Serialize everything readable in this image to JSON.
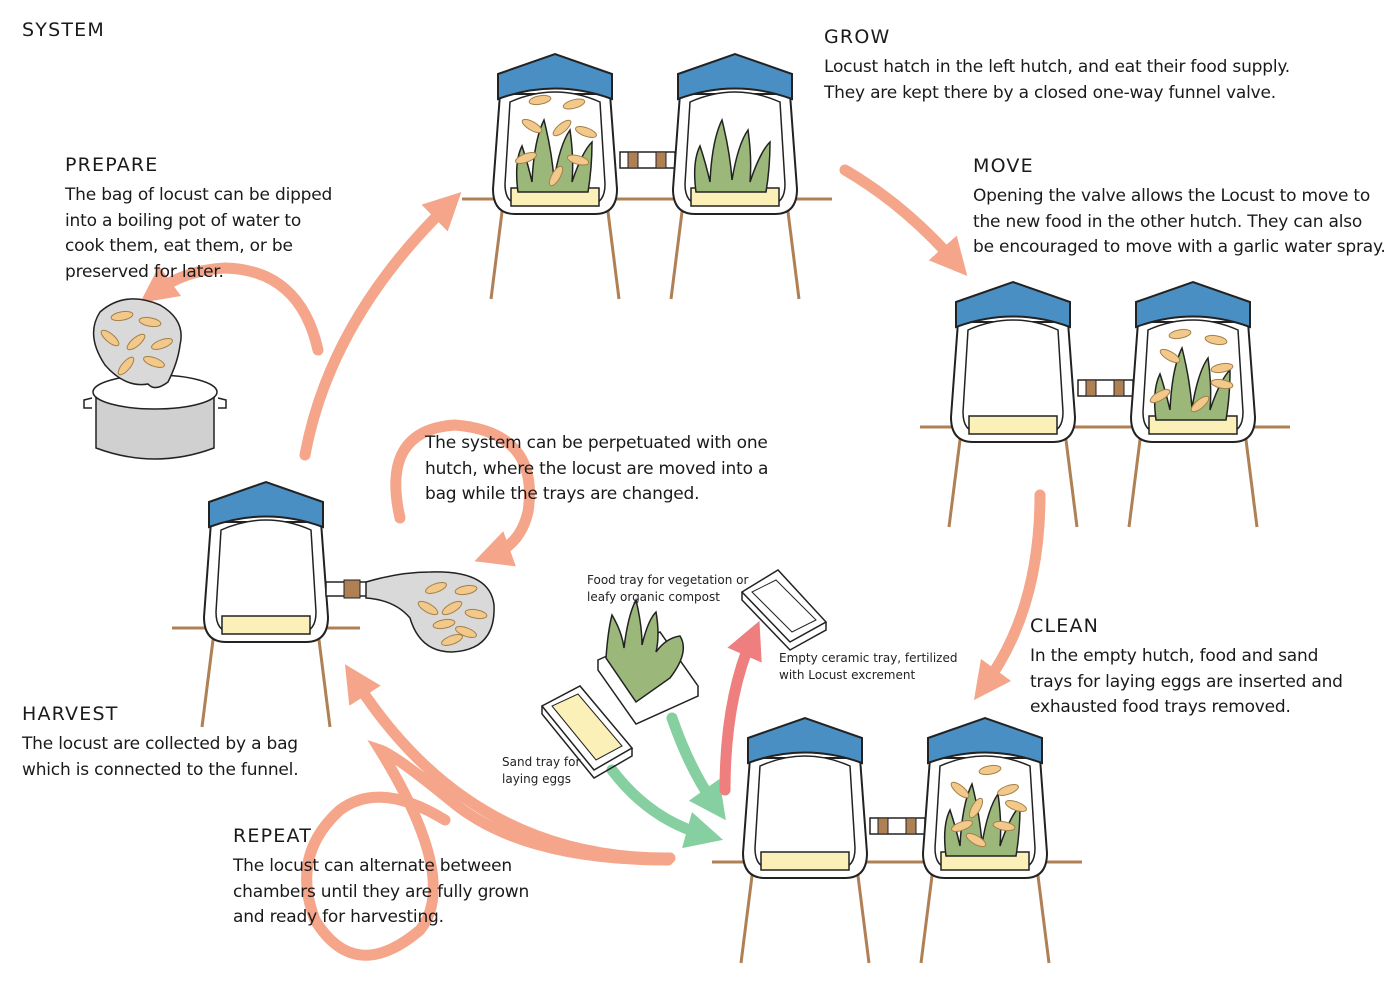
{
  "title": "SYSTEM",
  "sections": {
    "grow": {
      "heading": "GROW",
      "text": "Locust hatch in the left hutch, and eat their food supply.\nThey are kept there by a closed one-way funnel valve."
    },
    "move": {
      "heading": "MOVE",
      "text": "Opening the valve allows the Locust to move to\nthe new food in the other hutch.  They can also\nbe encouraged to move with a garlic water spray."
    },
    "clean": {
      "heading": "CLEAN",
      "text": "In the empty hutch, food and sand\ntrays for laying eggs are inserted and\nexhausted food trays removed."
    },
    "prepare": {
      "heading": "PREPARE",
      "text": "The bag of locust can be dipped\ninto a boiling pot of water to\ncook them, eat them, or be\npreserved for later."
    },
    "harvest": {
      "heading": "HARVEST",
      "text": "The locust are collected by a bag\nwhich is connected to the funnel."
    },
    "repeat": {
      "heading": "REPEAT",
      "text": "The locust can alternate between\nchambers until they are fully grown\nand ready for harvesting."
    },
    "perpetuate": {
      "text": "The system can be perpetuated with one\nhutch, where the locust are moved into a\nbag while the trays are changed."
    }
  },
  "tray_labels": {
    "food": "Food tray for vegetation or\nleafy organic compost",
    "empty": "Empty ceramic tray, fertilized\nwith Locust excrement",
    "sand": "Sand tray for\nlaying eggs"
  },
  "colors": {
    "roof": "#4a8fc4",
    "plant": "#9bb87a",
    "locust": "#f2c98a",
    "sand": "#fbf0b8",
    "leg": "#b08055",
    "cycle_arrow": "#f4a58a",
    "tray_in_arrow": "#86cfa0",
    "tray_out_arrow": "#ef7f7f",
    "bag": "#d9d9d9",
    "pot": "#d0d0d0"
  },
  "icons": [
    "hutch-illustration",
    "locust-bag-icon",
    "cooking-pot-icon",
    "food-tray-icon",
    "sand-tray-icon",
    "empty-tray-icon"
  ]
}
